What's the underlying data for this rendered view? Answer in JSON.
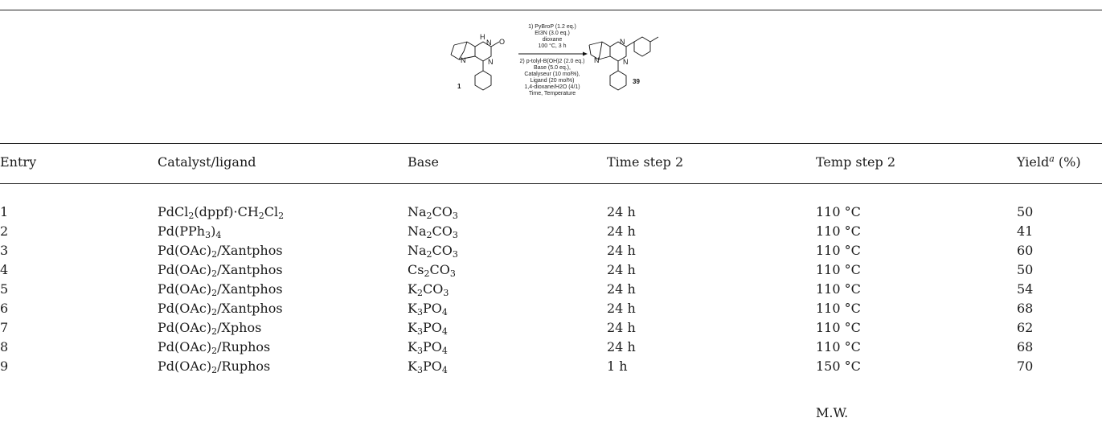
{
  "scheme": {
    "reactant_number": "1",
    "product_number": "39",
    "step1": [
      "1) PyBroP (1.2 eq.)",
      "Et3N (3.0 eq.)",
      "dioxane",
      "100 °C, 3 h"
    ],
    "step2": [
      "2) p-tolyl-B(OH)2 (2.0 eq.)",
      "Base (5.0 eq.),",
      "Catalyseur (10 mol%),",
      "Ligand (20 mol%)",
      "1,4-dioxane/H2O (4/1)",
      "Time, Temperature"
    ],
    "atoms": {
      "n": "N",
      "h": "H",
      "o": "O"
    }
  },
  "table": {
    "headers": {
      "entry": "Entry",
      "catalyst": "Catalyst/ligand",
      "base": "Base",
      "time": "Time step 2",
      "temp": "Temp step 2",
      "yield": "Yield",
      "yield_sup": "a",
      "yield_unit": "(%)"
    },
    "rows": [
      {
        "entry": "1",
        "catalyst": "PdCl2(dppf)·CH2Cl2",
        "base": "Na2CO3",
        "time": "24 h",
        "temp": "110 °C",
        "yield": "50"
      },
      {
        "entry": "2",
        "catalyst": "Pd(PPh3)4",
        "base": "Na2CO3",
        "time": "24 h",
        "temp": "110 °C",
        "yield": "41"
      },
      {
        "entry": "3",
        "catalyst": "Pd(OAc)2/Xantphos",
        "base": "Na2CO3",
        "time": "24 h",
        "temp": "110 °C",
        "yield": "60"
      },
      {
        "entry": "4",
        "catalyst": "Pd(OAc)2/Xantphos",
        "base": "Cs2CO3",
        "time": "24 h",
        "temp": "110 °C",
        "yield": "50"
      },
      {
        "entry": "5",
        "catalyst": "Pd(OAc)2/Xantphos",
        "base": "K2CO3",
        "time": "24 h",
        "temp": "110 °C",
        "yield": "54"
      },
      {
        "entry": "6",
        "catalyst": "Pd(OAc)2/Xantphos",
        "base": "K3PO4",
        "time": "24 h",
        "temp": "110 °C",
        "yield": "68"
      },
      {
        "entry": "7",
        "catalyst": "Pd(OAc)2/Xphos",
        "base": "K3PO4",
        "time": "24 h",
        "temp": "110 °C",
        "yield": "62"
      },
      {
        "entry": "8",
        "catalyst": "Pd(OAc)2/Ruphos",
        "base": "K3PO4",
        "time": "24 h",
        "temp": "110 °C",
        "yield": "68"
      },
      {
        "entry": "9",
        "catalyst": "Pd(OAc)2/Ruphos",
        "base": "K3PO4",
        "time": "1 h",
        "temp": "150 °C",
        "yield": "70"
      }
    ],
    "footer_note": "M.W."
  }
}
